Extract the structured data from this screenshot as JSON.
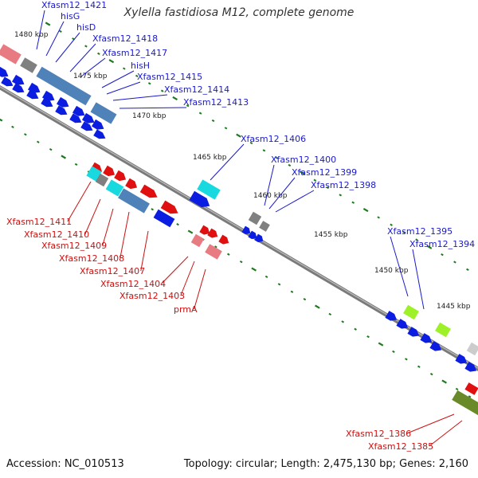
{
  "title": "Xylella fastidiosa M12, complete genome",
  "footer": {
    "accession": "Accession: NC_010513",
    "summary": "Topology: circular; Length: 2,475,130 bp; Genes: 2,160"
  },
  "colors": {
    "forward_label": "#1a1acc",
    "reverse_label": "#cc1111",
    "backbone": "#7a7a7a",
    "tick": "#1e7a1e",
    "blue_arrow": "#0b1de0",
    "red_arrow": "#e01010",
    "steel_blue_gene": "#4f82b8",
    "cyan_gene": "#19d9e0",
    "pink_gene": "#e87a82",
    "gray_gene": "#808080",
    "lime_gene": "#9ef028",
    "olive_gene": "#6a8a2a"
  },
  "scale_labels": [
    "1480 kbp",
    "1475 kbp",
    "1470 kbp",
    "1465 kbp",
    "1460 kbp",
    "1455 kbp",
    "1450 kbp",
    "1445 kbp"
  ],
  "forward_labels": [
    "Xfasm12_1421",
    "hisG",
    "hisD",
    "Xfasm12_1418",
    "Xfasm12_1417",
    "hisH",
    "Xfasm12_1415",
    "Xfasm12_1414",
    "Xfasm12_1413",
    "Xfasm12_1406",
    "Xfasm12_1400",
    "Xfasm12_1399",
    "Xfasm12_1398",
    "Xfasm12_1395",
    "Xfasm12_1394"
  ],
  "reverse_labels": [
    "Xfasm12_1411",
    "Xfasm12_1410",
    "Xfasm12_1409",
    "Xfasm12_1408",
    "Xfasm12_1407",
    "Xfasm12_1404",
    "Xfasm12_1403",
    "prmA",
    "Xfasm12_1386",
    "Xfasm12_1385"
  ]
}
